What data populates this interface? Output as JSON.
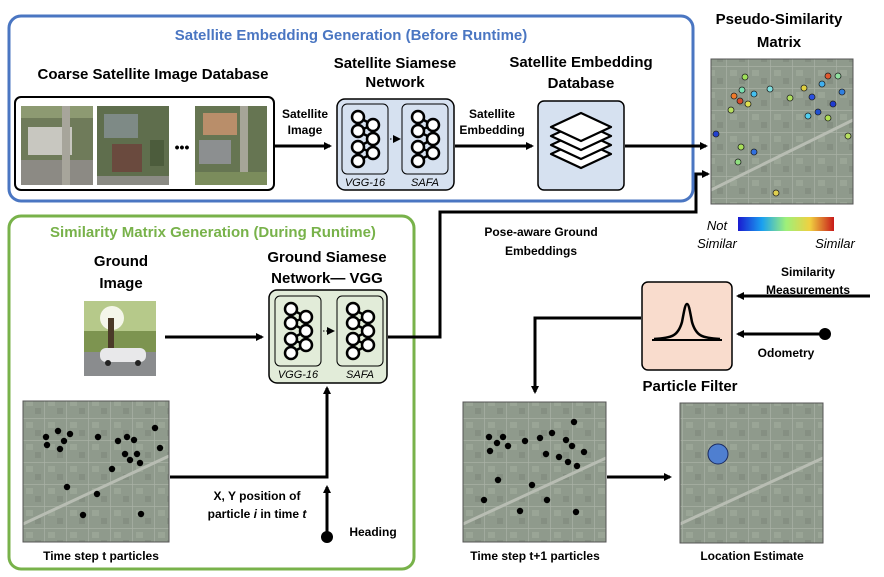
{
  "top_panel": {
    "title": "Satellite Embedding Generation (Before Runtime)",
    "db_label": "Coarse Satellite Image Database",
    "ellipsis": "•••",
    "arrow1_line1": "Satellite",
    "arrow1_line2": "Image",
    "siamese_line1": "Satellite Siamese",
    "siamese_line2": "Network",
    "vgg_label": "VGG-16",
    "safa_label": "SAFA",
    "arrow2_line1": "Satellite",
    "arrow2_line2": "Embedding",
    "embdb_line1": "Satellite Embedding",
    "embdb_line2": "Database"
  },
  "bottom_panel": {
    "title": "Similarity Matrix Generation (During Runtime)",
    "ground_line1": "Ground",
    "ground_line2": "Image",
    "gsn_line1": "Ground Siamese",
    "gsn_line2": "Network— VGG",
    "vgg_label": "VGG-16",
    "safa_label": "SAFA",
    "pos_line1": "X, Y position of",
    "pos_line2_a": "particle ",
    "pos_line2_i": "i",
    "pos_line2_b": " in time ",
    "pos_line2_t": "t",
    "heading_label": "Heading",
    "particles_caption": "Time step t particles"
  },
  "pose_aware_line1": "Pose-aware Ground",
  "pose_aware_line2": "Embeddings",
  "pseudo_line1": "Pseudo-Similarity",
  "pseudo_line2": "Matrix",
  "colorbar_left_1": "Not",
  "colorbar_left_2": "Similar",
  "colorbar_right": "Similar",
  "sim_meas_line1": "Similarity",
  "sim_meas_line2": "Measurements",
  "odometry_label": "Odometry",
  "particle_filter_label": "Particle Filter",
  "next_particles_caption": "Time step t+1 particles",
  "location_caption": "Location Estimate",
  "colors": {
    "blue_panel": "#4a76c2",
    "green_panel": "#78b24a",
    "network_fill": "#d6e1f0",
    "ground_network_fill": "#e2ecd9",
    "particle_filter_fill": "#f9dccd",
    "estimate_dot": "#4f7fd0"
  },
  "icons": [
    "network-graph-icon",
    "stacked-layers-icon",
    "gaussian-curve-icon"
  ]
}
